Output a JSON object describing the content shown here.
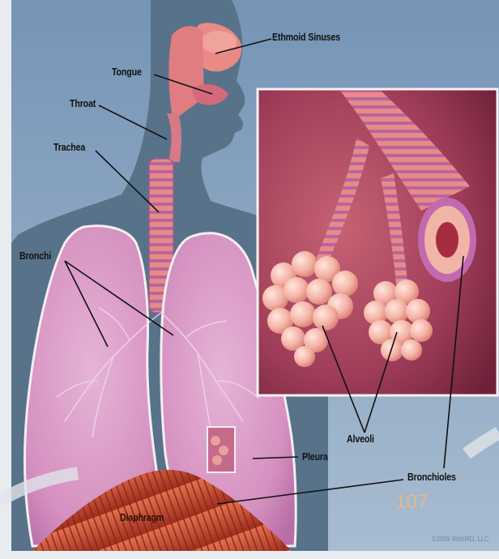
{
  "labels": {
    "ethmoid_sinuses": "Ethmoid Sinuses",
    "tongue": "Tongue",
    "throat": "Throat",
    "trachea": "Trachea",
    "bronchi": "Bronchi",
    "alveoli": "Alveoli",
    "pleura": "Pleura",
    "bronchioles": "Bronchioles",
    "diaphragm": "Diaphragm"
  },
  "page_number": "107",
  "copyright": "©2009 WebMD, LLC",
  "colors": {
    "background": "#7f9bb9",
    "silhouette": "#58728a",
    "lung": "#d89bc4",
    "lung_outline": "#f4eef2",
    "inset_bg": "#9e3e58",
    "airway": "#e98a86",
    "diaphragm": "#c94a2e",
    "page_number": "#e2b98a"
  }
}
